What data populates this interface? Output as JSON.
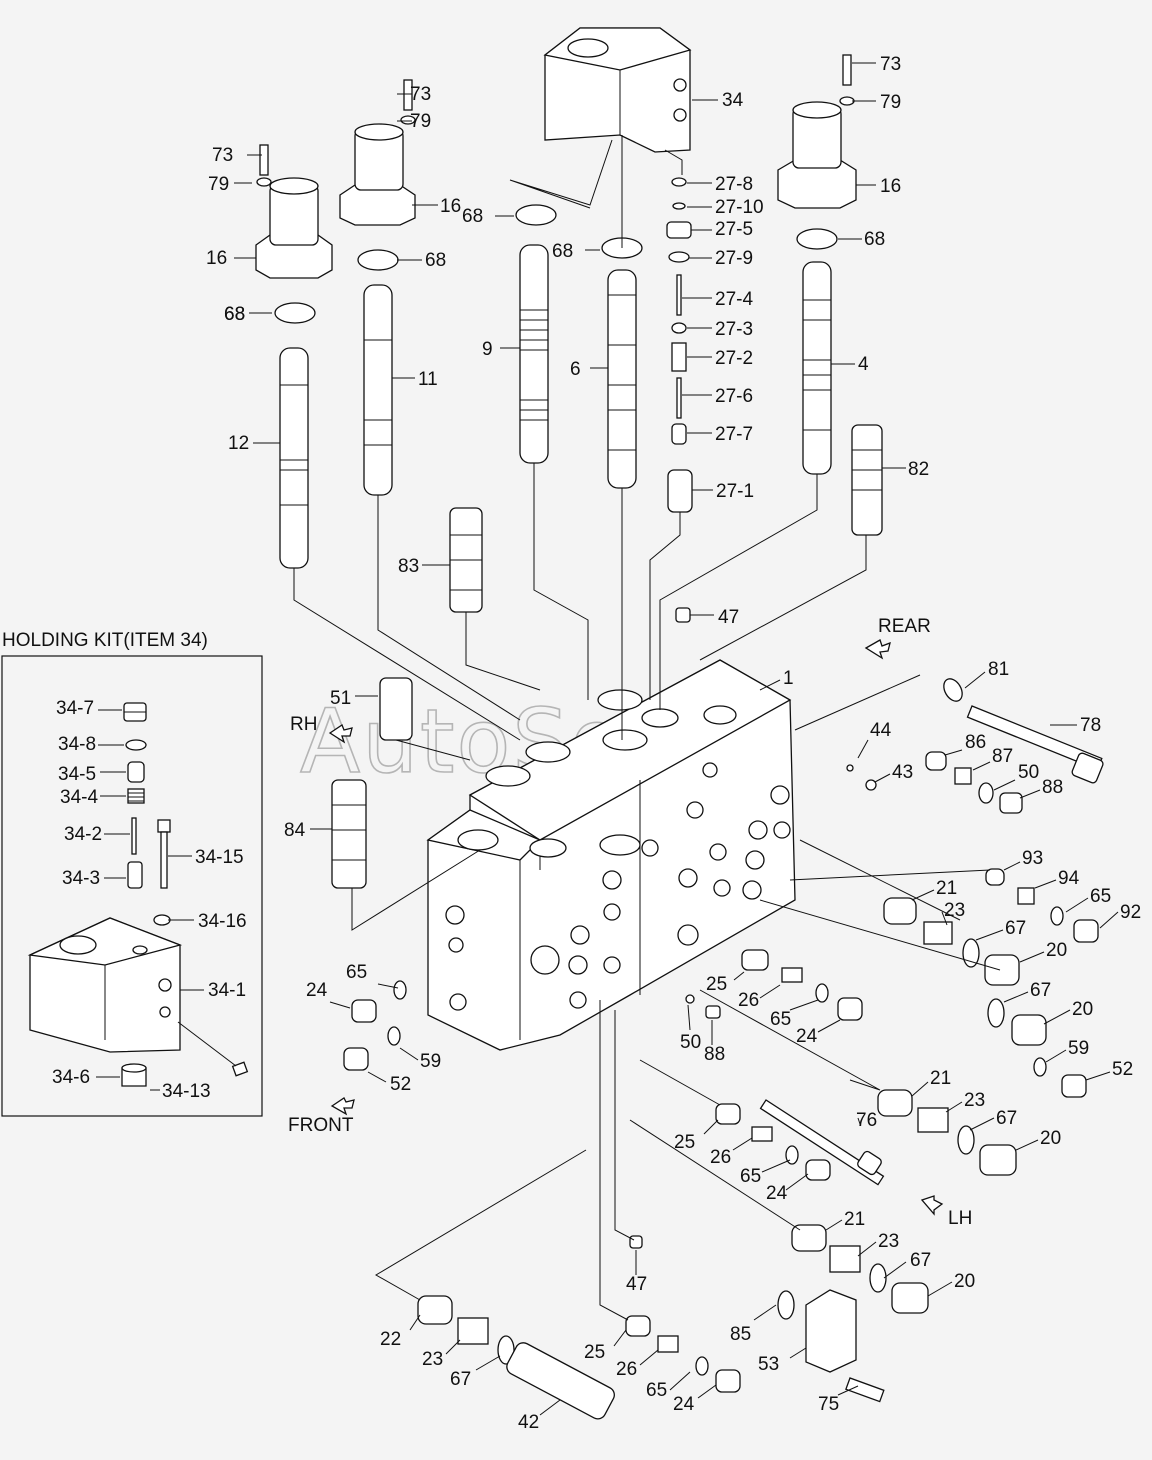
{
  "diagram": {
    "holding_kit_title": "HOLDING KIT(ITEM 34)",
    "watermark": "AutoSoft",
    "directions": {
      "rear": "REAR",
      "rh": "RH",
      "front": "FRONT",
      "lh": "LH"
    },
    "callouts": [
      "73",
      "79",
      "16",
      "73",
      "79",
      "16",
      "68",
      "68",
      "34",
      "68",
      "68",
      "27-8",
      "27-10",
      "27-5",
      "27-9",
      "68",
      "73",
      "79",
      "16",
      "68",
      "9",
      "6",
      "27-4",
      "27-3",
      "27-2",
      "27-6",
      "27-7",
      "27-1",
      "4",
      "82",
      "11",
      "12",
      "83",
      "47",
      "1",
      "81",
      "51",
      "78",
      "86",
      "87",
      "44",
      "43",
      "50",
      "88",
      "84",
      "93",
      "94",
      "21",
      "65",
      "92",
      "23",
      "67",
      "20",
      "67",
      "20",
      "59",
      "52",
      "25",
      "26",
      "65",
      "24",
      "50",
      "88",
      "24",
      "65",
      "59",
      "52",
      "21",
      "23",
      "76",
      "67",
      "20",
      "25",
      "26",
      "65",
      "24",
      "21",
      "23",
      "67",
      "20",
      "47",
      "85",
      "53",
      "22",
      "23",
      "67",
      "42",
      "25",
      "26",
      "65",
      "24",
      "75"
    ],
    "kit_callouts": [
      "34-7",
      "34-8",
      "34-5",
      "34-4",
      "34-2",
      "34-15",
      "34-3",
      "34-16",
      "34-1",
      "34-6",
      "34-13"
    ]
  }
}
